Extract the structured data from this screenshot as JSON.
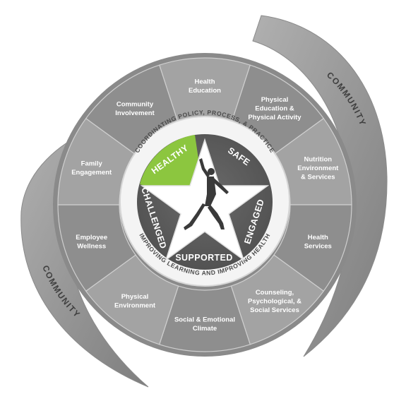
{
  "segments": [
    {
      "lines": [
        "Health",
        "Education"
      ]
    },
    {
      "lines": [
        "Physical",
        "Education &",
        "Physical Activity"
      ]
    },
    {
      "lines": [
        "Nutrition",
        "Environment",
        "& Services"
      ]
    },
    {
      "lines": [
        "Health",
        "Services"
      ]
    },
    {
      "lines": [
        "Counseling,",
        "Psychological, &",
        "Social Services"
      ]
    },
    {
      "lines": [
        "Social & Emotional",
        "Climate"
      ]
    },
    {
      "lines": [
        "Physical",
        "Environment"
      ]
    },
    {
      "lines": [
        "Employee",
        "Wellness"
      ]
    },
    {
      "lines": [
        "Family",
        "Engagement"
      ]
    },
    {
      "lines": [
        "Community",
        "Involvement"
      ]
    }
  ],
  "ring_top": "COORDINATING POLICY, PROCESS, & PRACTICE",
  "ring_bottom": "IMPROVING LEARNING AND IMPROVING HEALTH",
  "community_top": "COMMUNITY",
  "community_bottom": "COMMUNITY",
  "star_words": {
    "healthy": "HEALTHY",
    "safe": "SAFE",
    "engaged": "ENGAGED",
    "supported": "SUPPORTED",
    "challenged": "CHALLENGED"
  },
  "colors": {
    "accent_green": "#8cc63f",
    "segment_dark": "#8e8e8e",
    "segment_light": "#a3a3a3",
    "band": "#9a9a9a"
  },
  "icons": [
    "jumping-figure-icon",
    "star-shape"
  ]
}
